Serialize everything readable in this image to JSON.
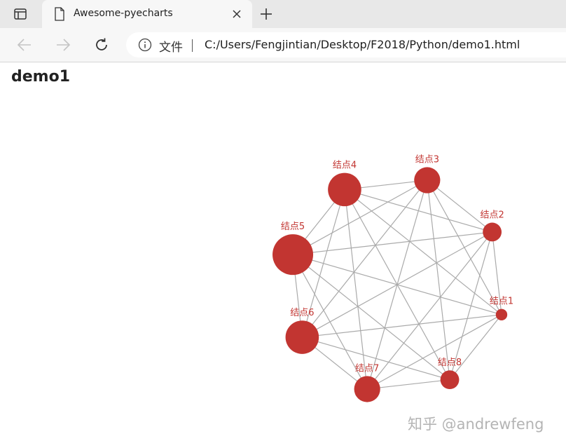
{
  "browser": {
    "tab_title": "Awesome-pyecharts",
    "address": {
      "scheme_label": "文件",
      "url": "C:/Users/Fengjintian/Desktop/F2018/Python/demo1.html"
    }
  },
  "page": {
    "heading": "demo1",
    "watermark": "知乎 @andrewfeng"
  },
  "colors": {
    "node": "#c23531",
    "edge": "#aaaaaa"
  },
  "chart_data": {
    "type": "graph",
    "layout": "circular",
    "nodes": [
      {
        "name": "结点1",
        "value": 1
      },
      {
        "name": "结点2",
        "value": 2
      },
      {
        "name": "结点3",
        "value": 3
      },
      {
        "name": "结点4",
        "value": 4
      },
      {
        "name": "结点5",
        "value": 5
      },
      {
        "name": "结点6",
        "value": 4
      },
      {
        "name": "结点7",
        "value": 3
      },
      {
        "name": "结点8",
        "value": 2
      }
    ],
    "links": "all pairs connected"
  }
}
